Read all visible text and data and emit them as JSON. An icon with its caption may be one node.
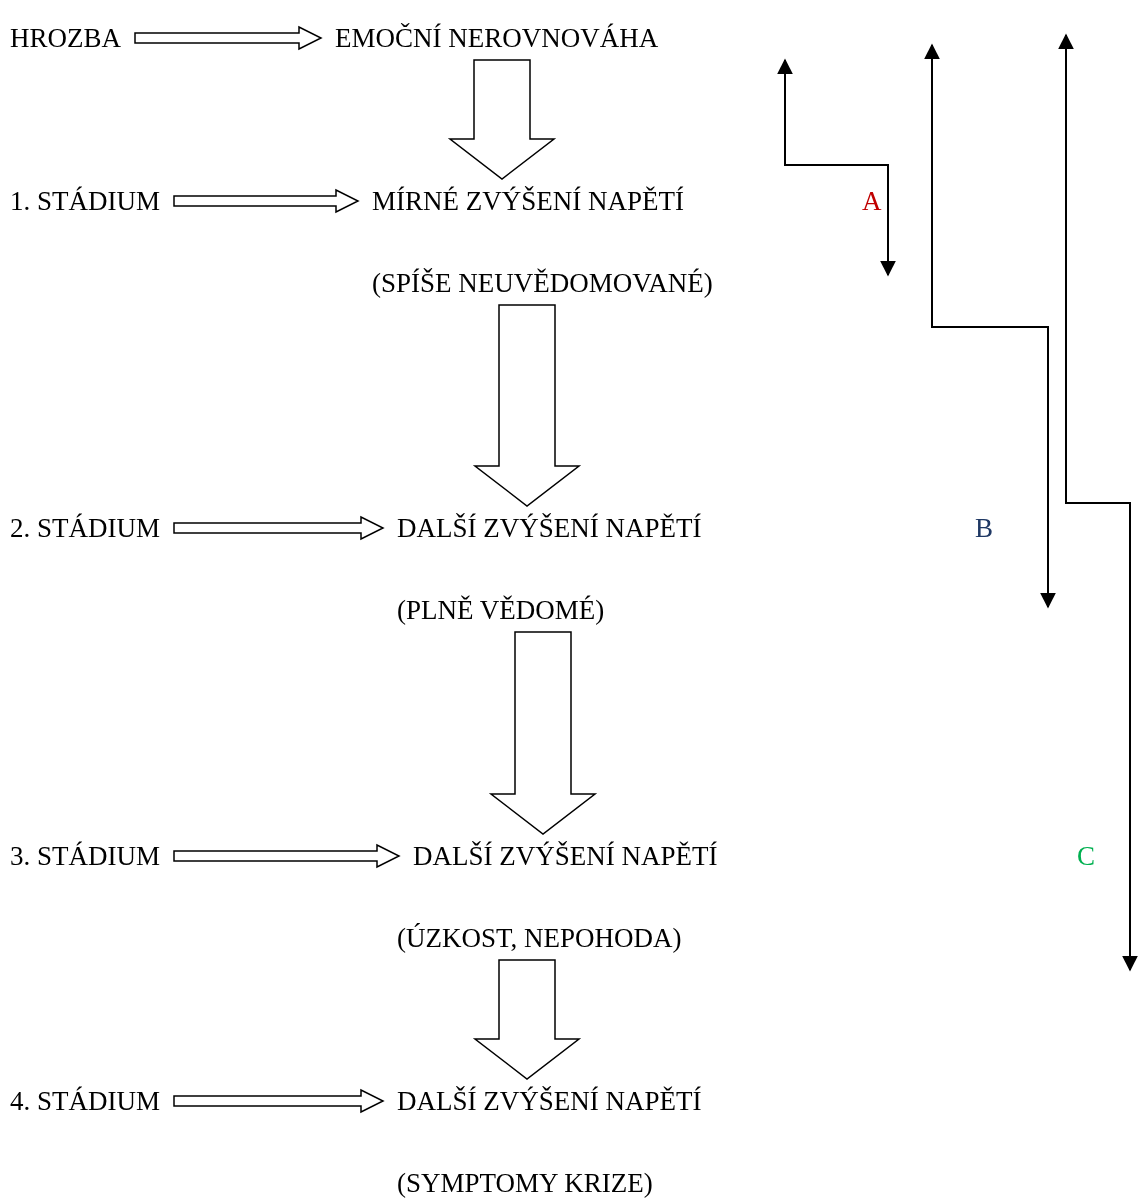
{
  "diagram": {
    "nodes": [
      {
        "text": [
          "HROZBA"
        ]
      },
      {
        "text": [
          "EMOČNÍ NEROVNOVÁHA"
        ]
      },
      {
        "text": [
          "1. STÁDIUM"
        ]
      },
      {
        "text": [
          "MÍRNÉ ZVÝŠENÍ NAPĚTÍ",
          "(SPÍŠE NEUVĚDOMOVANÉ)"
        ]
      },
      {
        "text": [
          "2. STÁDIUM"
        ]
      },
      {
        "text": [
          "DALŠÍ ZVÝŠENÍ NAPĚTÍ",
          "(PLNĚ VĚDOMÉ)"
        ]
      },
      {
        "text": [
          "3. STÁDIUM"
        ]
      },
      {
        "text": [
          "DALŠÍ ZVÝŠENÍ NAPĚTÍ",
          "(ÚZKOST, NEPOHODA)"
        ]
      },
      {
        "text": [
          "4. STÁDIUM"
        ]
      },
      {
        "text": [
          "DALŠÍ ZVÝŠENÍ NAPĚTÍ",
          "(SYMPTOMY KRIZE)"
        ]
      }
    ],
    "edges": [
      {
        "from": 0,
        "to": 1,
        "arrow": "to"
      },
      {
        "from": 1,
        "to": 3,
        "arrow": "to"
      },
      {
        "from": 2,
        "to": 3,
        "arrow": "to"
      },
      {
        "from": 3,
        "to": 5,
        "arrow": "to"
      },
      {
        "from": 4,
        "to": 5,
        "arrow": "to"
      },
      {
        "from": 5,
        "to": 7,
        "arrow": "to"
      },
      {
        "from": 6,
        "to": 7,
        "arrow": "to"
      },
      {
        "from": 7,
        "to": 9,
        "arrow": "to"
      },
      {
        "from": 8,
        "to": 9,
        "arrow": "to"
      }
    ],
    "labels": [
      "A",
      "B",
      "C"
    ]
  }
}
